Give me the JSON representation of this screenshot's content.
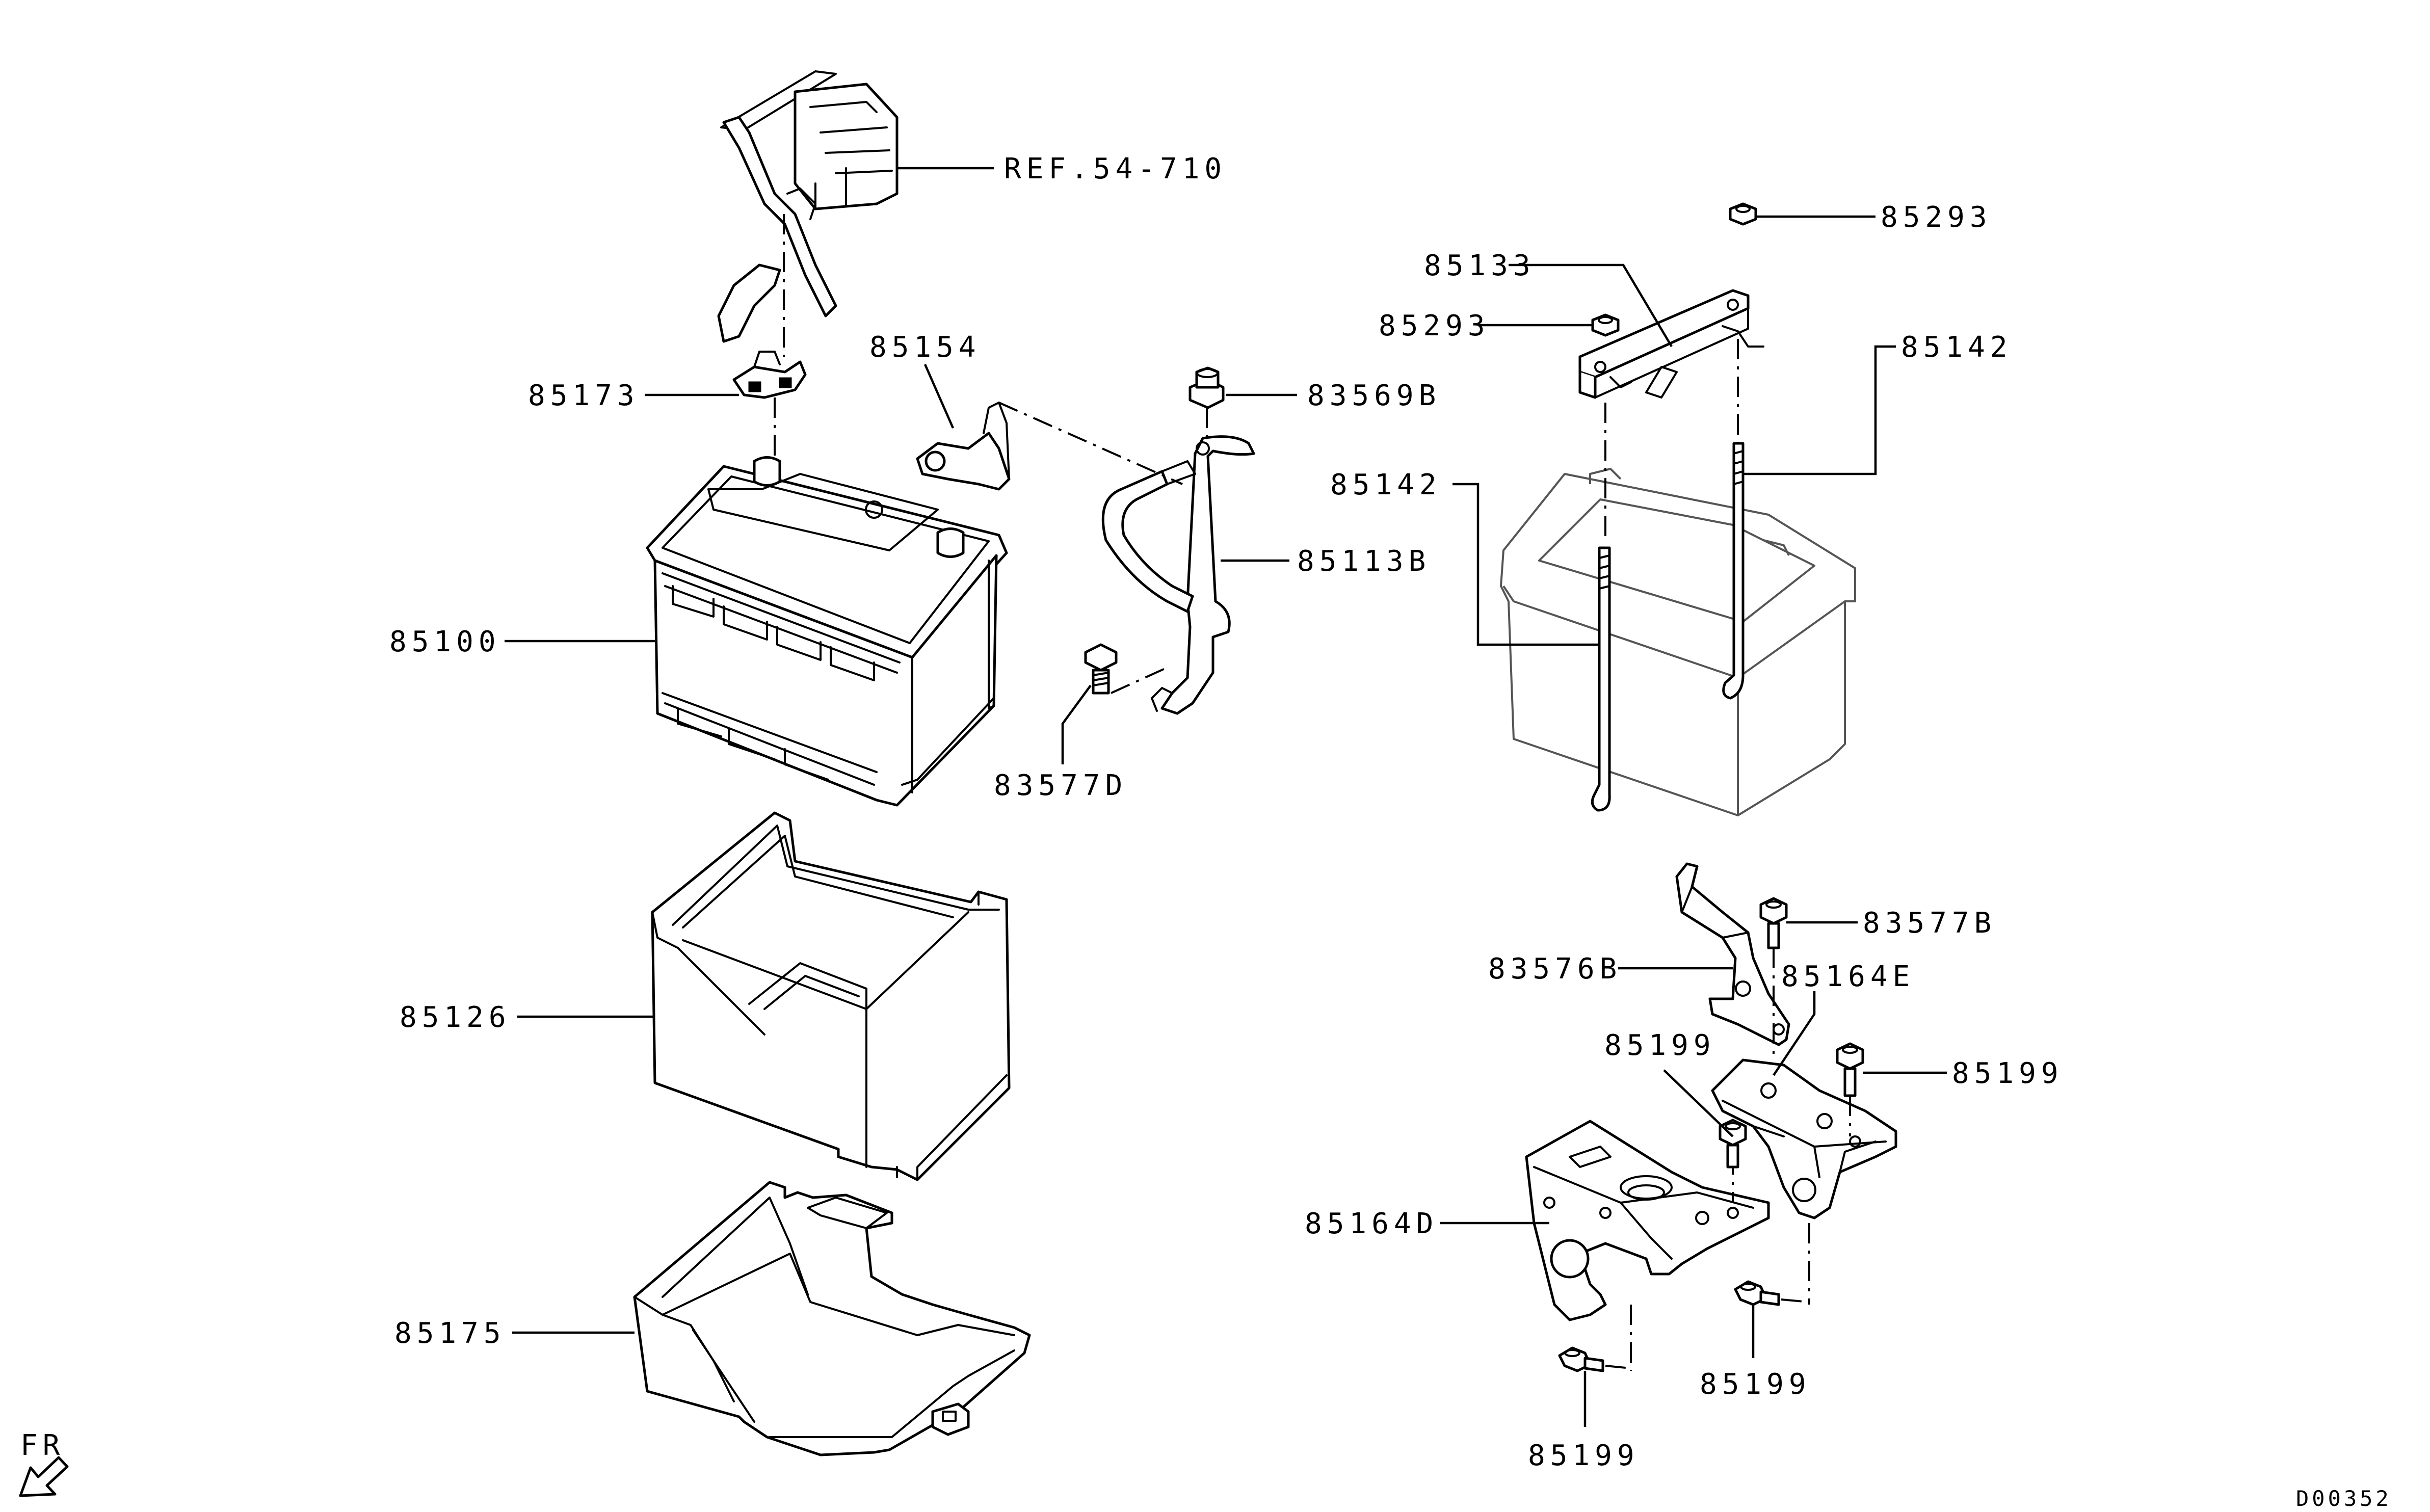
{
  "diagram": {
    "labels": {
      "ref": "REF.54-710",
      "p85173": "85173",
      "p85154": "85154",
      "p83569B": "83569B",
      "p85113B": "85113B",
      "p85100": "85100",
      "p83577D": "83577D",
      "p85126": "85126",
      "p85175": "85175",
      "p85293_top": "85293",
      "p85133": "85133",
      "p85293_mid": "85293",
      "p85142_right": "85142",
      "p85142_left": "85142",
      "p83577B": "83577B",
      "p83576B": "83576B",
      "p85164E": "85164E",
      "p85199_a": "85199",
      "p85199_b": "85199",
      "p85164D": "85164D",
      "p85199_c": "85199",
      "p85199_d": "85199"
    },
    "direction_label": "FR",
    "drawing_code": "D00352"
  }
}
